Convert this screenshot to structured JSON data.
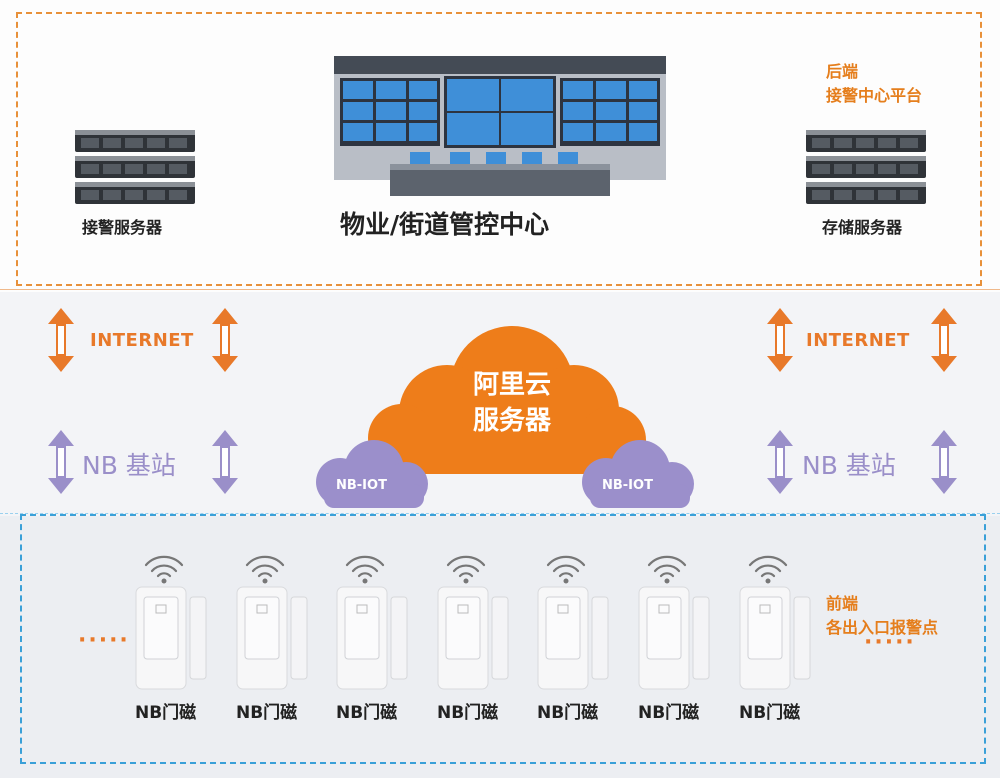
{
  "top_section": {
    "left_server_label": "接警服务器",
    "right_server_label": "存储服务器",
    "center_label": "物业/街道管控中心",
    "backend_title_line1": "后端",
    "backend_title_line2": "接警中心平台"
  },
  "middle_section": {
    "internet_label": "INTERNET",
    "nb_station_label": "NB 基站",
    "cloud_line1": "阿里云",
    "cloud_line2": "服务器",
    "small_cloud_label": "NB-IOT"
  },
  "bottom_section": {
    "frontend_title_line1": "前端",
    "frontend_title_line2": "各出入口报警点",
    "dots": "·····",
    "devices": [
      "NB门磁",
      "NB门磁",
      "NB门磁",
      "NB门磁",
      "NB门磁",
      "NB门磁",
      "NB门磁"
    ]
  },
  "colors": {
    "orange": "#e8792a",
    "purple": "#9a8fc9",
    "blue": "#3aa0d8"
  }
}
